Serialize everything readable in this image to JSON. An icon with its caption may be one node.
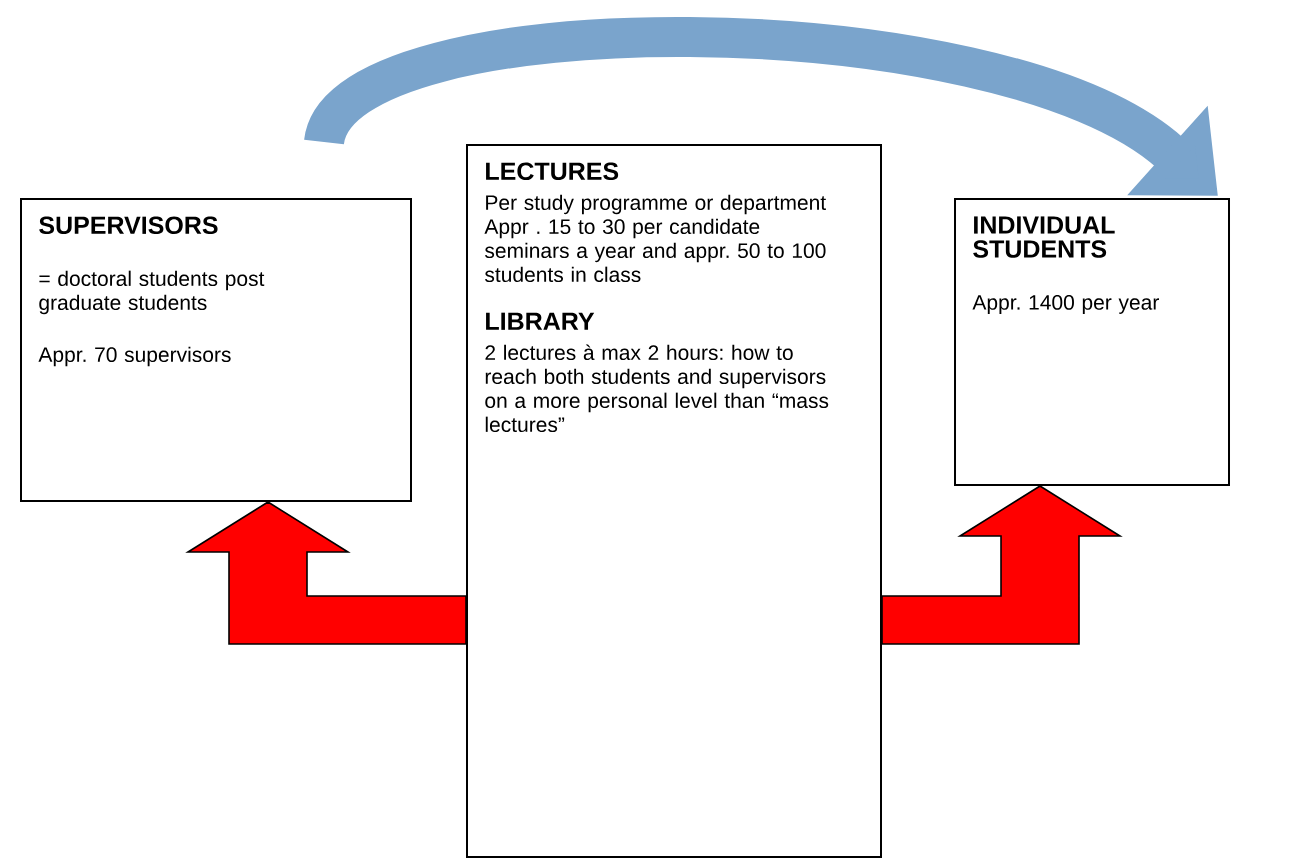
{
  "diagram": {
    "nodes": [
      {
        "text": [
          "SUPERVISORS",
          "= doctoral students post graduate students",
          "Appr. 70 supervisors"
        ]
      },
      {
        "text": [
          "LECTURES",
          "Per study programme or department Appr . 15 to 30 per candidate seminars a year and appr. 50 to 100 students in class",
          "LIBRARY",
          "2 lectures à max 2 hours: how to reach both students and supervisors on a more personal level than “mass lectures”"
        ]
      },
      {
        "text": [
          "INDIVIDUAL STUDENTS",
          "Appr. 1400 per year"
        ]
      }
    ],
    "edges": [
      {
        "from": 0,
        "to": 2,
        "arrow": "to",
        "color": "#7aa4cc"
      },
      {
        "from": 1,
        "to": 0,
        "arrow": "to"
      },
      {
        "from": 1,
        "to": 2,
        "arrow": "to"
      }
    ]
  }
}
